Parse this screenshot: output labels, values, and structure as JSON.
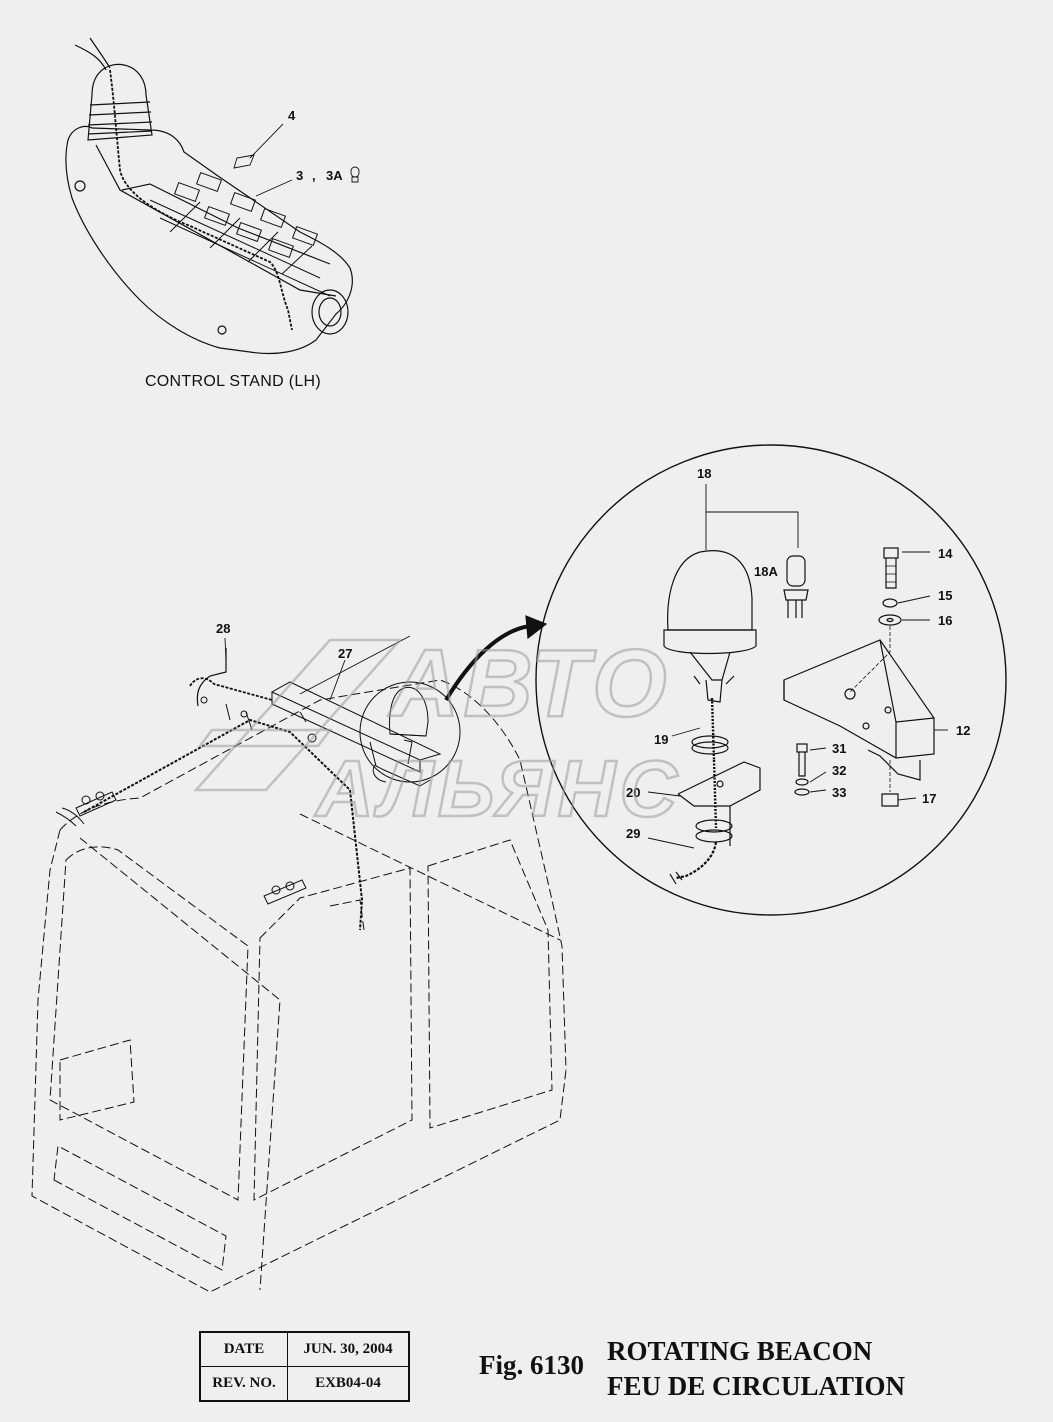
{
  "control_stand": {
    "caption": "CONTROL STAND (LH)",
    "callouts": [
      "4",
      "3",
      ",",
      "3A"
    ]
  },
  "detail": {
    "callouts": [
      "18",
      "18A",
      "14",
      "15",
      "16",
      "12",
      "19",
      "31",
      "32",
      "33",
      "17",
      "20",
      "29"
    ]
  },
  "cab": {
    "callouts": [
      "28",
      "27"
    ]
  },
  "watermark": {
    "line1": "АВТО",
    "line2": "АЛЬЯНС"
  },
  "info_table": {
    "date_label": "DATE",
    "date_value": "JUN. 30, 2004",
    "rev_label": "REV. NO.",
    "rev_value": "EXB04-04"
  },
  "figure": {
    "number": "Fig. 6130",
    "title_en": "ROTATING BEACON",
    "title_fr": "FEU DE CIRCULATION"
  },
  "colors": {
    "background": "#efefef",
    "line": "#111111",
    "watermark": "#9a9a9a"
  }
}
